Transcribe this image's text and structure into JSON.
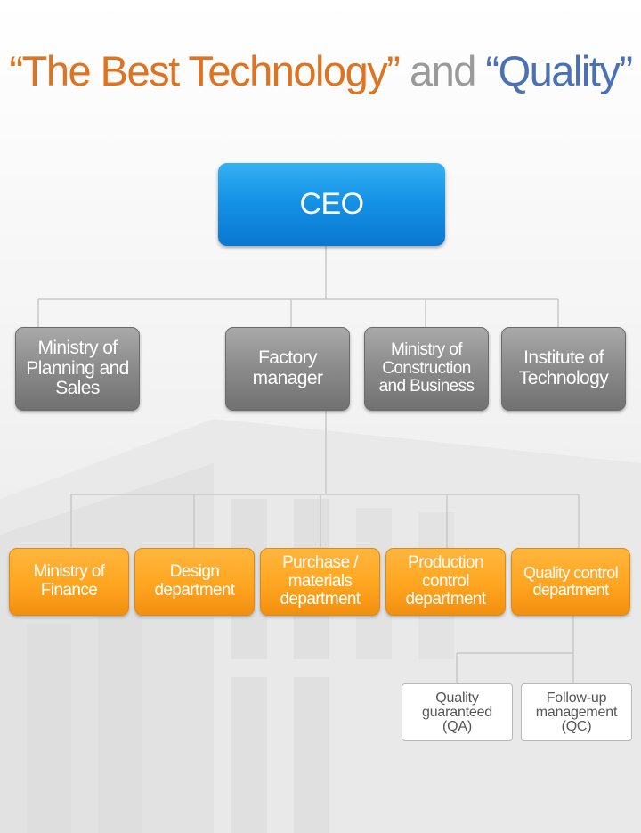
{
  "headline": {
    "part1": "“The Best Technology”",
    "part2": "and",
    "part3": "“Quality”"
  },
  "colors": {
    "headline_orange": "#e07320",
    "headline_gray": "#9a9a9a",
    "headline_blue": "#4a71b8",
    "ceo_blue": "#1593e6",
    "tier2_gray": "#8a8a8a",
    "tier3_orange": "#ffa520",
    "connector": "#c8c8c8"
  },
  "org_chart": {
    "ceo": "CEO",
    "tier2": [
      "Ministry of Planning and Sales",
      "Factory manager",
      "Ministry of Construction and Business",
      "Institute of Technology"
    ],
    "tier3": [
      "Ministry of Finance",
      "Design department",
      "Purchase / materials department",
      "Production control department",
      "Quality control department"
    ],
    "tier4": [
      "Quality guaranteed (QA)",
      "Follow-up management (QC)"
    ]
  }
}
